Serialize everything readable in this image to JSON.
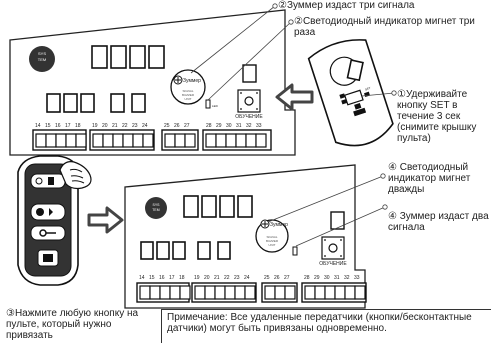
{
  "header": {
    "fragment": "...",
    "title_partial": "сопровождение"
  },
  "callouts": {
    "buzzer_three": "②Зуммер издаст три сигнала",
    "led_three": "②Светодиодный индикатор мигнет три раза",
    "hold_set": "①Удерживайте кнопку SET в течение 3 сек (снимите крышку пульта)",
    "led_twice": "④ Светодиодный индикатор мигнет дважды",
    "buzzer_two": "④ Зуммер издаст два сигнала",
    "press_remote": "③Нажмите любую кнопку на пульте, который нужно привязать",
    "note": "Примечание: Все удаленные передатчики (кнопки/бесконтактные датчики) могут быть привязаны одновременно."
  },
  "board_labels": {
    "buzzer": "Зуммер",
    "learn": "ОБУЧЕНИЕ",
    "terminals_a": [
      "14",
      "15",
      "16",
      "17",
      "18"
    ],
    "terminals_b": [
      "19",
      "20",
      "21",
      "22",
      "23",
      "24"
    ],
    "terminals_c": [
      "25",
      "26",
      "27"
    ],
    "terminals_d": [
      "28",
      "29",
      "30",
      "31",
      "32",
      "33"
    ]
  },
  "remote_labels": {
    "set_key": "SET"
  }
}
